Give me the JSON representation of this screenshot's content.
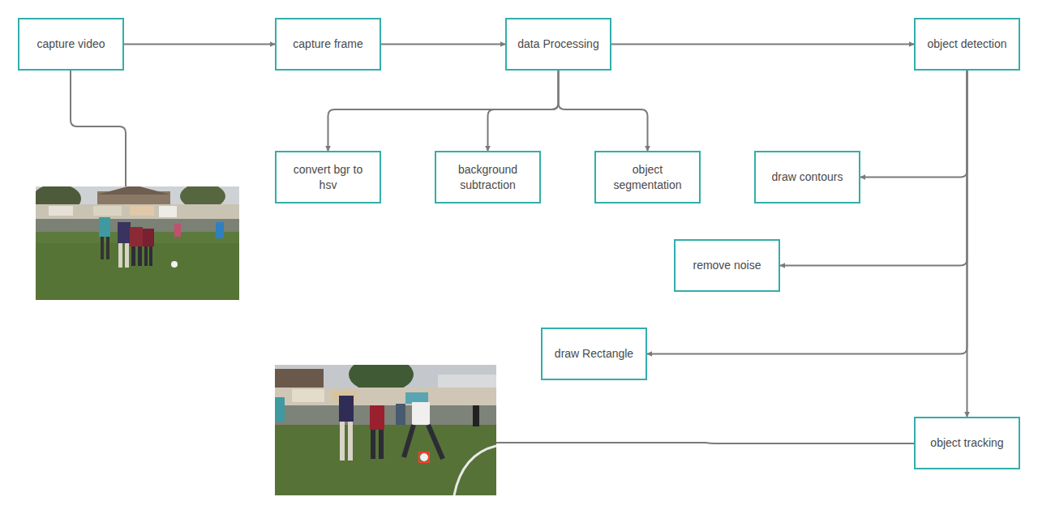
{
  "diagram": {
    "nodes": [
      {
        "text": [
          "capture video"
        ]
      },
      {
        "text": [
          "capture frame"
        ]
      },
      {
        "text": [
          "data Processing"
        ]
      },
      {
        "text": [
          "object detection"
        ]
      },
      {
        "text": [
          "convert bgr to hsv"
        ]
      },
      {
        "text": [
          "background subtraction"
        ]
      },
      {
        "text": [
          "object segmentation"
        ]
      },
      {
        "text": [
          "draw contours"
        ]
      },
      {
        "text": [
          "remove noise"
        ]
      },
      {
        "text": [
          "draw Rectangle"
        ]
      },
      {
        "text": [
          "object tracking"
        ]
      }
    ],
    "edges": [
      {
        "from": 0,
        "to": 1,
        "arrow": "to"
      },
      {
        "from": 1,
        "to": 2,
        "arrow": "to"
      },
      {
        "from": 2,
        "to": 3,
        "arrow": "to"
      },
      {
        "from": 2,
        "to": 4,
        "arrow": "to"
      },
      {
        "from": 2,
        "to": 5,
        "arrow": "to"
      },
      {
        "from": 2,
        "to": 6,
        "arrow": "to"
      },
      {
        "from": 3,
        "to": 7,
        "arrow": "to"
      },
      {
        "from": 3,
        "to": 8,
        "arrow": "to"
      },
      {
        "from": 3,
        "to": 9,
        "arrow": "to"
      },
      {
        "from": 3,
        "to": 10,
        "arrow": "to"
      }
    ]
  }
}
